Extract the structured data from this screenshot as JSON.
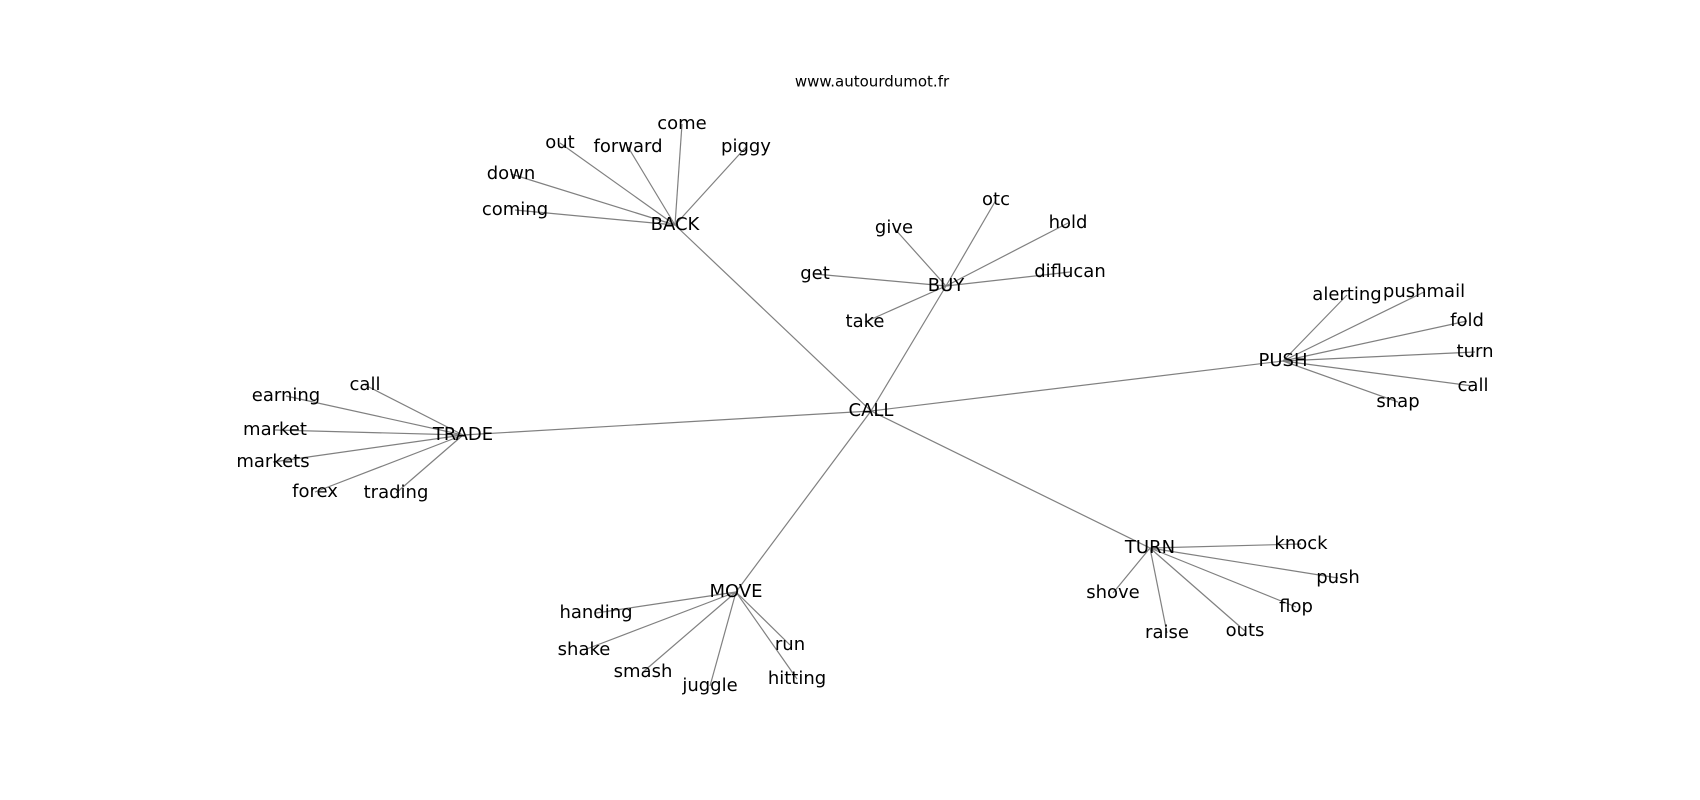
{
  "site": "www.autourdumot.fr",
  "center": "CALL",
  "groups": [
    {
      "hub": "BACK",
      "words": [
        "out",
        "forward",
        "come",
        "piggy",
        "down",
        "coming"
      ]
    },
    {
      "hub": "BUY",
      "words": [
        "otc",
        "give",
        "hold",
        "get",
        "diflucan",
        "take"
      ]
    },
    {
      "hub": "PUSH",
      "words": [
        "alerting",
        "pushmail",
        "fold",
        "turn",
        "call",
        "snap"
      ]
    },
    {
      "hub": "TRADE",
      "words": [
        "call",
        "earning",
        "market",
        "markets",
        "forex",
        "trading"
      ]
    },
    {
      "hub": "TURN",
      "words": [
        "knock",
        "push",
        "shove",
        "flop",
        "raise",
        "outs"
      ]
    },
    {
      "hub": "MOVE",
      "words": [
        "handing",
        "shake",
        "run",
        "smash",
        "juggle",
        "hitting"
      ]
    }
  ]
}
